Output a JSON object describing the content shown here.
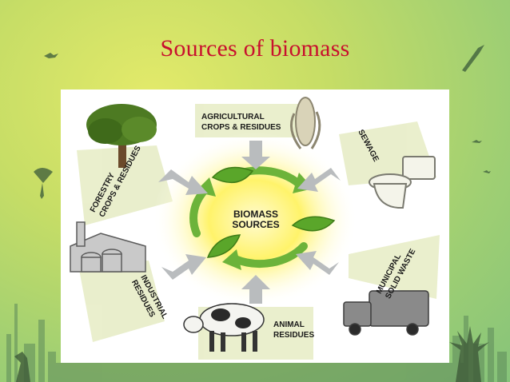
{
  "slide": {
    "title": "Sources of biomass"
  },
  "diagram": {
    "center": {
      "line1": "BIOMASS",
      "line2": "SOURCES"
    },
    "sources": [
      {
        "id": "agricultural",
        "line1": "AGRICULTURAL",
        "line2": "CROPS & RESIDUES"
      },
      {
        "id": "sewage",
        "line1": "SEWAGE"
      },
      {
        "id": "municipal",
        "line1": "MUNICIPAL",
        "line2": "SOLID WASTE"
      },
      {
        "id": "animal",
        "line1": "ANIMAL",
        "line2": "RESIDUES"
      },
      {
        "id": "industrial",
        "line1": "INDUSTRIAL",
        "line2": "RESIDUES"
      },
      {
        "id": "forestry",
        "line1": "FORESTRY",
        "line2": "CROPS & RESIDUES"
      }
    ]
  },
  "colors": {
    "title": "#c8102e",
    "leaf_green": "#5aa62a",
    "center_glow": "#f4e51c",
    "arrow_gray": "#b9bcbe"
  },
  "icons": [
    "tree-icon",
    "corn-icon",
    "toilet-icon",
    "factory-icon",
    "garbage-truck-icon",
    "cow-icon"
  ]
}
